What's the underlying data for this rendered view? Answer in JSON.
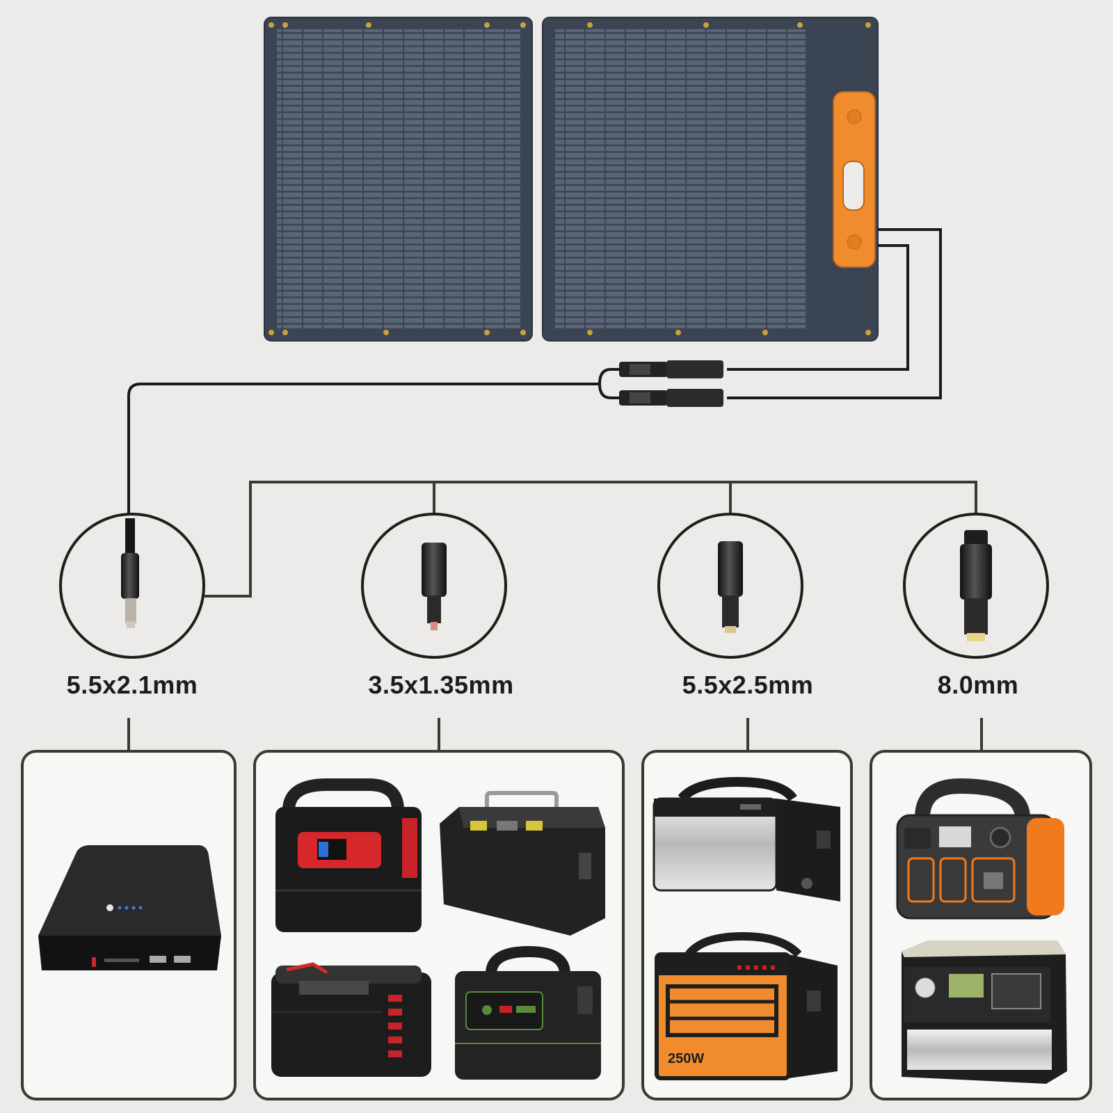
{
  "connectors": [
    {
      "label": "5.5x2.1mm",
      "tip_color": "#cfc7bb"
    },
    {
      "label": "3.5x1.35mm",
      "tip_color": "#d98d7c"
    },
    {
      "label": "5.5x2.5mm",
      "tip_color": "#d9c79a"
    },
    {
      "label": "8.0mm",
      "tip_color": "#e8d58a"
    }
  ],
  "device_groups": [
    {
      "devices": [
        "power-bank"
      ]
    },
    {
      "devices": [
        "power-station-red-display",
        "power-station-gray-box",
        "power-station-red-stripes",
        "power-station-green-accent"
      ]
    },
    {
      "devices": [
        "power-station-silver",
        "power-station-orange-250w"
      ]
    },
    {
      "devices": [
        "power-station-orange-handle",
        "power-station-beige-silver"
      ]
    }
  ],
  "device_print": {
    "orange_250w_badge": "250W"
  },
  "colors": {
    "background": "#ecebea",
    "panel": "#3b4452",
    "panel_edge": "#4a5566",
    "handle": "#f08c2e",
    "cable": "#1a1a1a",
    "frame": "#3a3a2e"
  }
}
